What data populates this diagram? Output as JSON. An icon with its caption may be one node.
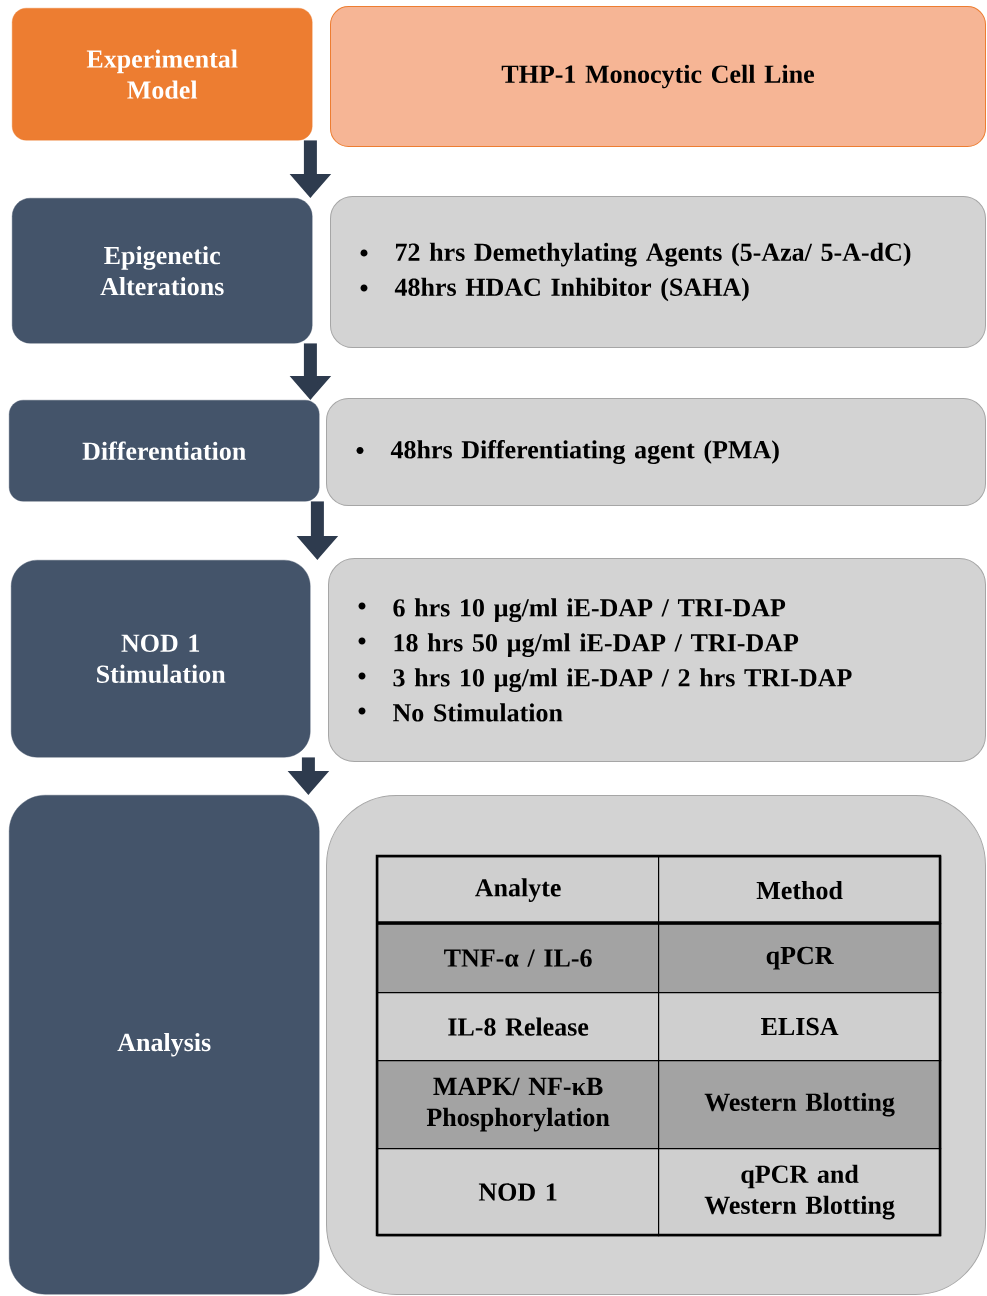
{
  "diagram": {
    "nodes": [
      {
        "text": [
          "Experimental Model"
        ]
      },
      {
        "text": [
          "THP-1 Monocytic Cell Line"
        ]
      },
      {
        "text": [
          "Epigenetic Alterations"
        ]
      },
      {
        "text": [
          "72 hrs Demethylating Agents (5-Aza/ 5-A-dC)",
          "48hrs HDAC Inhibitor (SAHA)"
        ]
      },
      {
        "text": [
          "Differentiation"
        ]
      },
      {
        "text": [
          "48hrs Differentiating agent (PMA)"
        ]
      },
      {
        "text": [
          "NOD 1 Stimulation"
        ]
      },
      {
        "text": [
          "6 hrs 10 µg/ml iE-DAP / TRI-DAP",
          "18 hrs 50 µg/ml iE-DAP / TRI-DAP",
          "3 hrs 10 µg/ml iE-DAP / 2 hrs TRI-DAP",
          "No Stimulation"
        ]
      },
      {
        "text": [
          "Analysis"
        ]
      },
      {
        "text": [],
        "shape": "box"
      }
    ],
    "edges": [
      {
        "from": 0,
        "to": 2,
        "arrow": "to"
      },
      {
        "from": 2,
        "to": 4,
        "arrow": "to"
      },
      {
        "from": 4,
        "to": 6,
        "arrow": "to"
      },
      {
        "from": 6,
        "to": 8,
        "arrow": "to"
      }
    ],
    "labels": [
      "Analyte",
      "Method",
      "TNF-α / IL-6",
      "qPCR",
      "IL-8 Release",
      "ELISA",
      "MAPK/ NF-κB Phosphorylation",
      "Western Blotting",
      "NOD 1",
      "qPCR and Western Blotting"
    ]
  }
}
